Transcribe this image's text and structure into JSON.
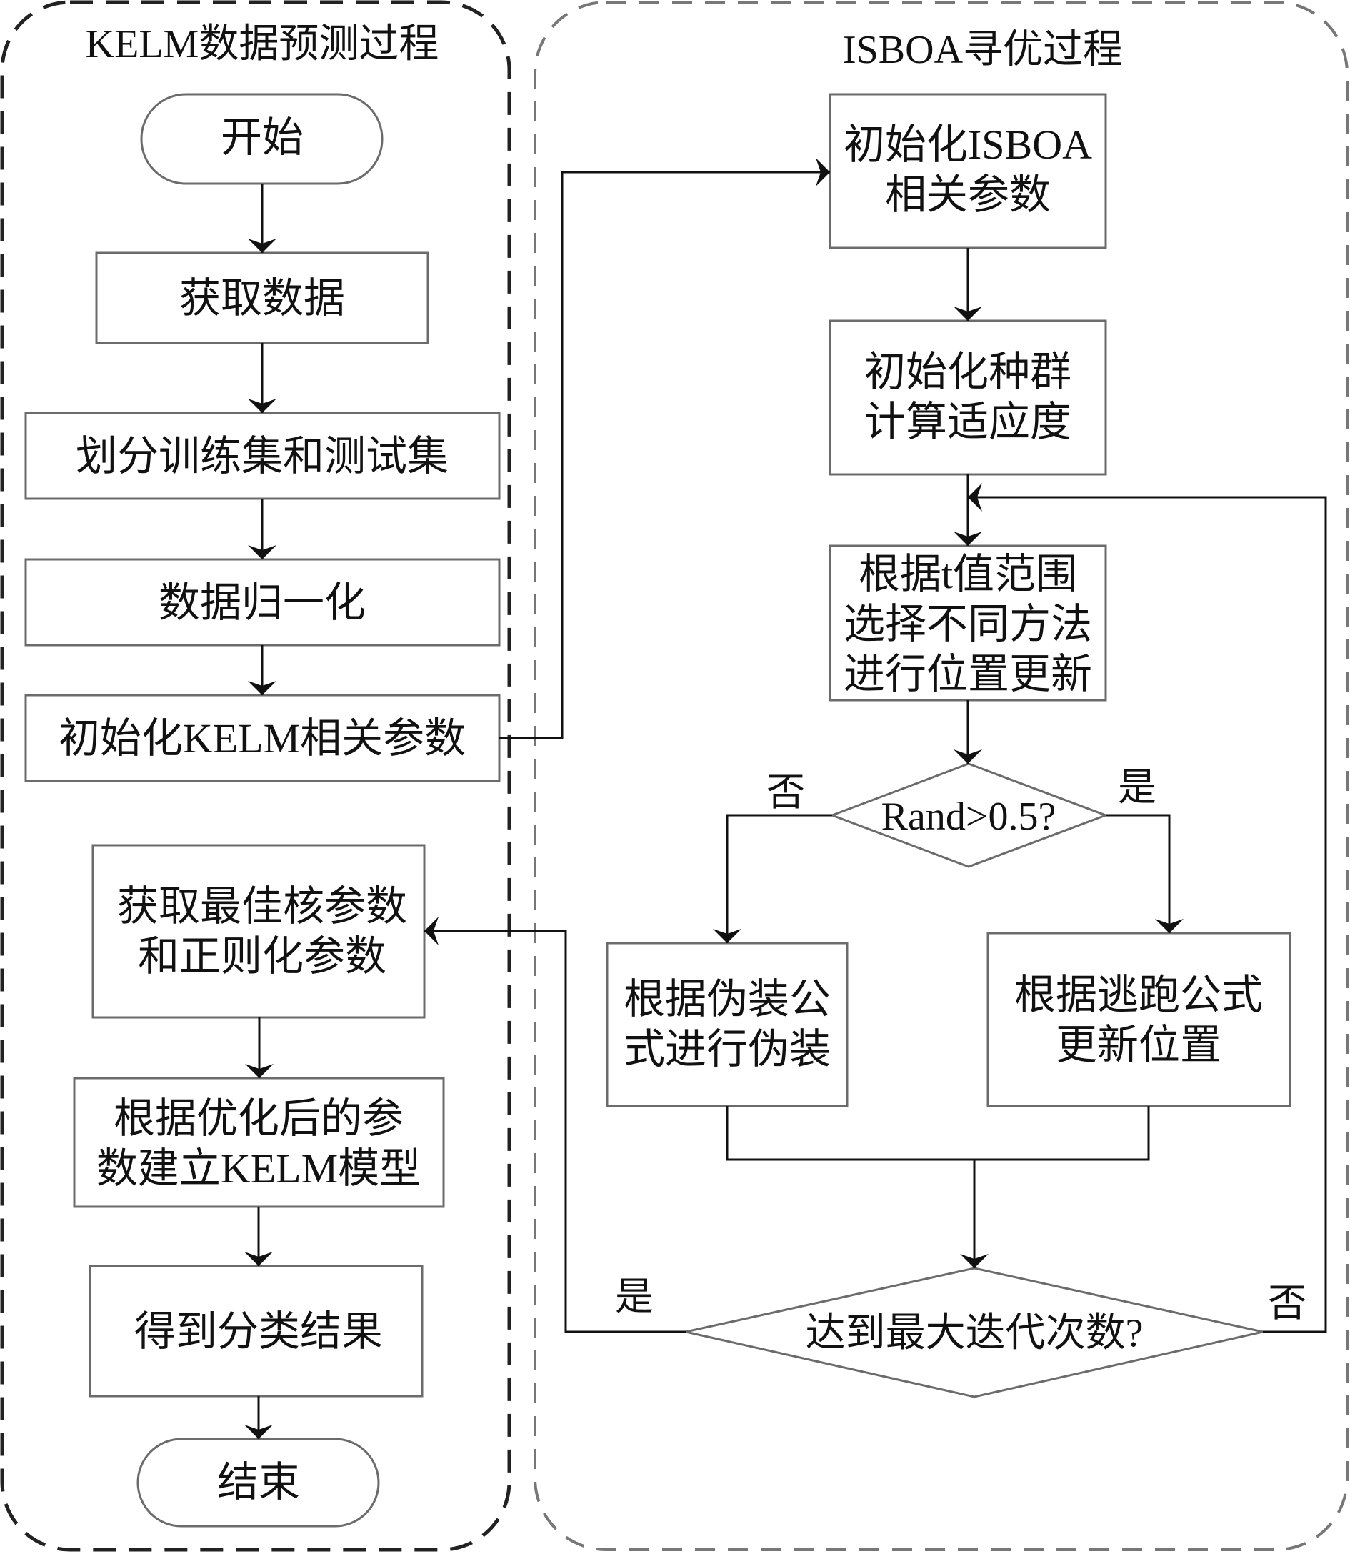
{
  "panels": {
    "kelm": {
      "title": "KELM数据预测过程",
      "border_color": "#222222"
    },
    "isboa": {
      "title": "ISBOA寻优过程",
      "border_color": "#777777"
    }
  },
  "colors": {
    "node_border": "#6b6b6b",
    "edge": "#111111",
    "text": "#111111",
    "background": "#ffffff"
  },
  "nodes": {
    "start": {
      "type": "terminal",
      "lines": [
        "开始"
      ]
    },
    "get_data": {
      "type": "process",
      "lines": [
        "获取数据"
      ]
    },
    "split": {
      "type": "process",
      "lines": [
        "划分训练集和测试集"
      ]
    },
    "normalize": {
      "type": "process",
      "lines": [
        "数据归一化"
      ]
    },
    "init_kelm": {
      "type": "process",
      "lines": [
        "初始化KELM相关参数"
      ]
    },
    "get_best": {
      "type": "process",
      "lines": [
        "获取最佳核参数",
        "和正则化参数"
      ]
    },
    "build_model": {
      "type": "process",
      "lines": [
        "根据优化后的参",
        "数建立KELM模型"
      ]
    },
    "result": {
      "type": "process",
      "lines": [
        "得到分类结果"
      ]
    },
    "end": {
      "type": "terminal",
      "lines": [
        "结束"
      ]
    },
    "init_isboa": {
      "type": "process",
      "lines": [
        "初始化ISBOA",
        "相关参数"
      ]
    },
    "init_pop": {
      "type": "process",
      "lines": [
        "初始化种群",
        "计算适应度"
      ]
    },
    "select_method": {
      "type": "process",
      "lines": [
        "根据t值范围",
        "选择不同方法",
        "进行位置更新"
      ]
    },
    "rand_check": {
      "type": "decision",
      "lines": [
        "Rand>0.5?"
      ]
    },
    "camouflage": {
      "type": "process",
      "lines": [
        "根据伪装公",
        "式进行伪装"
      ]
    },
    "escape": {
      "type": "process",
      "lines": [
        "根据逃跑公式",
        "更新位置"
      ]
    },
    "max_iter": {
      "type": "decision",
      "lines": [
        "达到最大迭代次数?"
      ]
    }
  },
  "edge_labels": {
    "rand_no": "否",
    "rand_yes": "是",
    "iter_yes": "是",
    "iter_no": "否"
  },
  "edges": [
    {
      "from": "start",
      "to": "get_data"
    },
    {
      "from": "get_data",
      "to": "split"
    },
    {
      "from": "split",
      "to": "normalize"
    },
    {
      "from": "normalize",
      "to": "init_kelm"
    },
    {
      "from": "init_kelm",
      "to": "init_isboa"
    },
    {
      "from": "init_isboa",
      "to": "init_pop"
    },
    {
      "from": "init_pop",
      "to": "select_method"
    },
    {
      "from": "select_method",
      "to": "rand_check"
    },
    {
      "from": "rand_check",
      "to": "camouflage",
      "label": "否"
    },
    {
      "from": "rand_check",
      "to": "escape",
      "label": "是"
    },
    {
      "from": "camouflage",
      "to": "max_iter"
    },
    {
      "from": "escape",
      "to": "max_iter"
    },
    {
      "from": "max_iter",
      "to": "get_best",
      "label": "是"
    },
    {
      "from": "max_iter",
      "to": "select_method",
      "label": "否"
    },
    {
      "from": "get_best",
      "to": "build_model"
    },
    {
      "from": "build_model",
      "to": "result"
    },
    {
      "from": "result",
      "to": "end"
    }
  ]
}
